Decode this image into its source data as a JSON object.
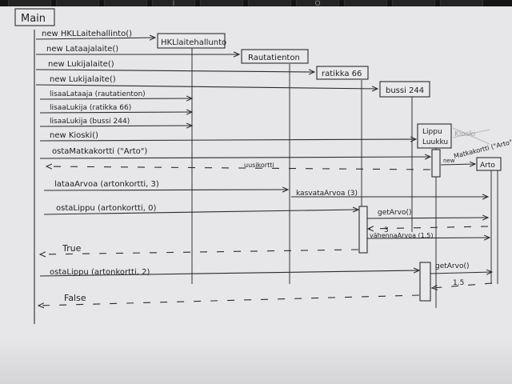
{
  "diagram": {
    "frame_label": "Main",
    "participants": {
      "hkl": "HKLlaitehallunto",
      "rauta": "Rautatienton",
      "ratikka": "ratikka 66",
      "bussi": "bussi 244",
      "kioski_line1": "Lippu",
      "kioski_line2": "Luukku",
      "kioski_strike": "Kioski",
      "arto": "Arto"
    },
    "messages": {
      "m1": "new HKLLaitehallinto()",
      "m2": "new Lataajalaite()",
      "m3": "new Lukijalaite()",
      "m4": "new Lukijalaite()",
      "m5": "lisaaLataaja (rautatienton)",
      "m6": "lisaaLukija (ratikka 66)",
      "m7": "lisaaLukija (bussi 244)",
      "m8": "new Kioski()",
      "m9": "ostaMatkakortti (\"Arto\")",
      "m9_new": "new",
      "m9_ctor": "Matkakortti (\"Arto\")",
      "r1": "uusikortti",
      "m10": "lataaArvoa (artonkortti, 3)",
      "m11": "kasvataArvoa (3)",
      "m12": "ostaLippu (artonkortti, 0)",
      "m13": "getArvo()",
      "r2": "3",
      "m14": "vähennaArvoa (1.5)",
      "r3": "True",
      "m15": "ostaLippu (artonkortti, 2)",
      "m16": "getArvo()",
      "r4": "1.5",
      "r5": "False"
    }
  },
  "keyboard": {
    "keys": [
      "",
      "",
      "",
      "I",
      "",
      "",
      "O",
      "",
      "",
      ""
    ]
  },
  "colors": {
    "paper": "#e7e7ea",
    "ink": "#1e1e1e",
    "background": "#151515"
  }
}
